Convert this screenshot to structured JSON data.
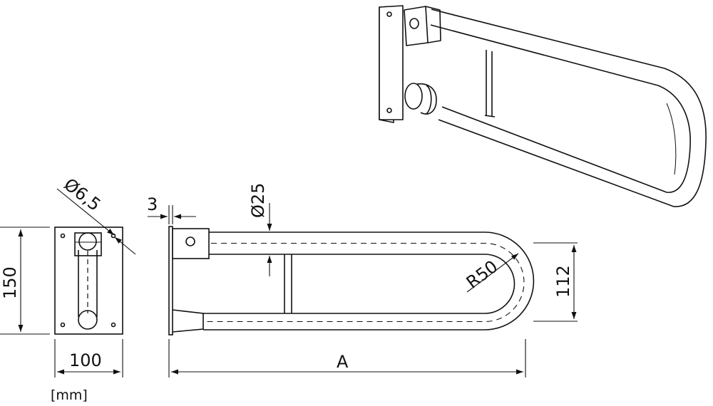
{
  "units": "[mm]",
  "dimensions": {
    "hole_diameter": "Ø6,5",
    "plate_height": "150",
    "plate_width": "100",
    "plate_thickness": "3",
    "tube_diameter": "Ø25",
    "bend_radius": "R50",
    "rail_height": "112",
    "rail_length": "A"
  },
  "colors": {
    "line": "#111111",
    "background": "#ffffff"
  }
}
